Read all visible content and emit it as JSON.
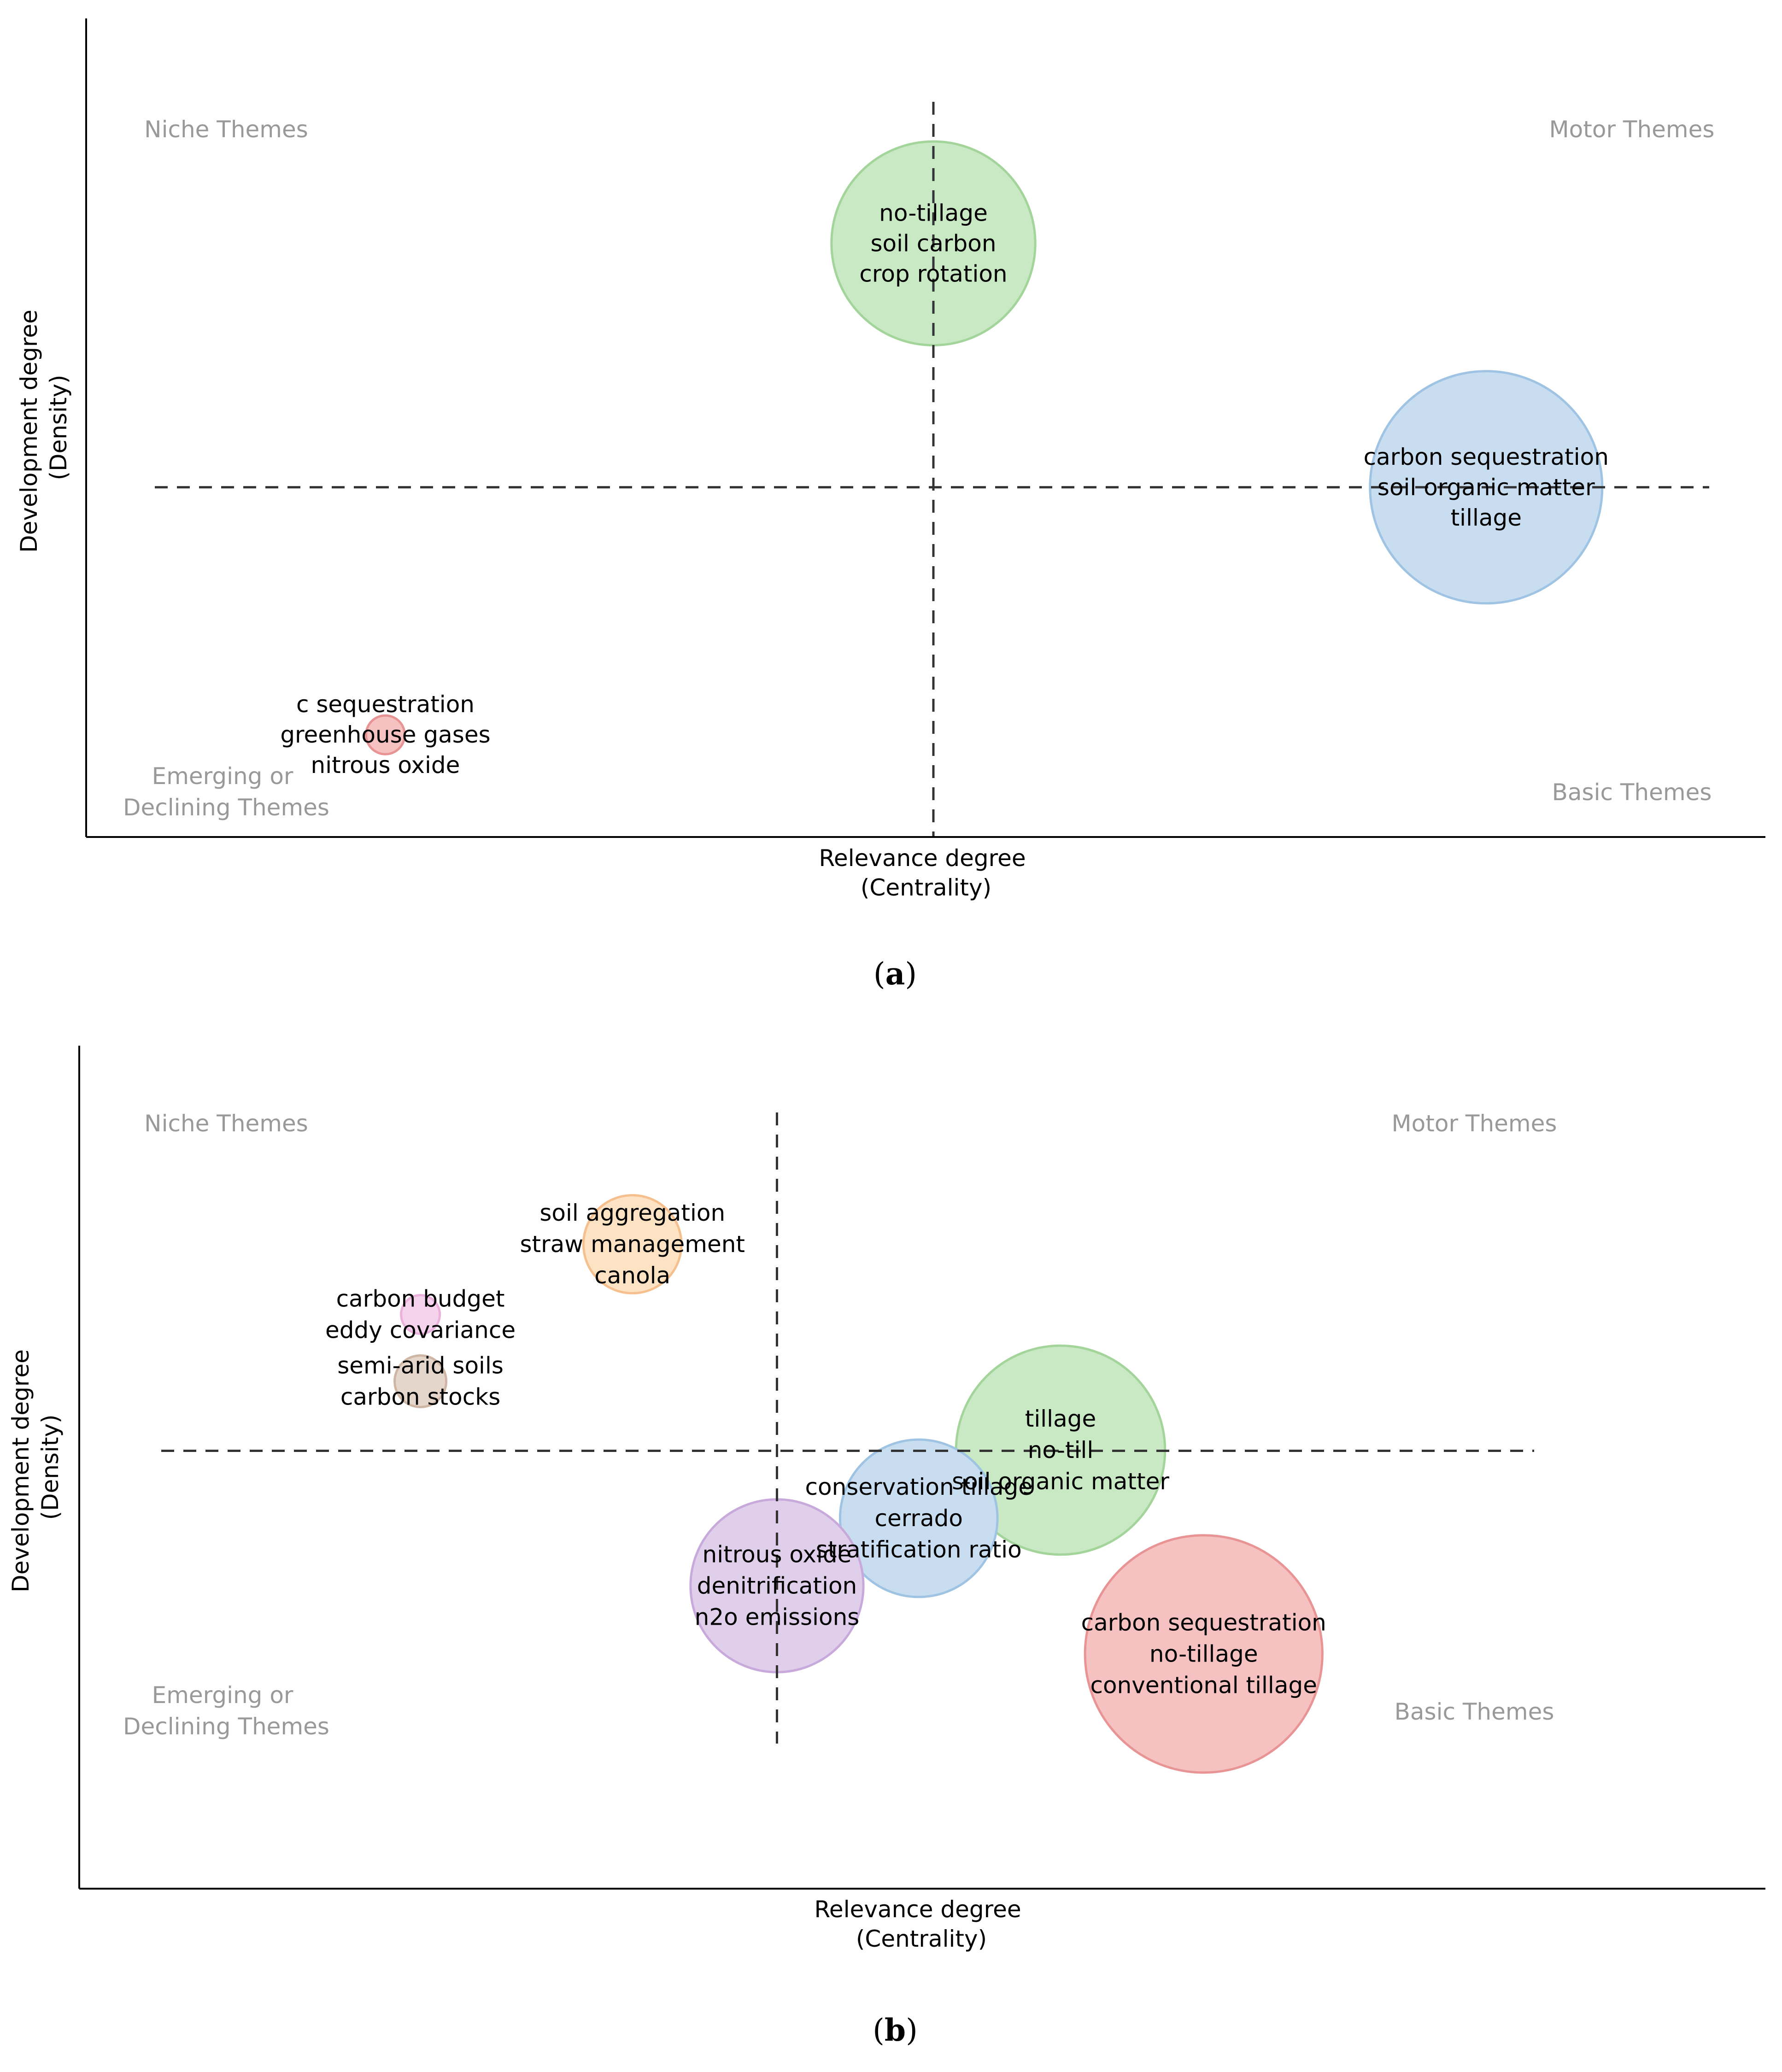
{
  "chart_data": [
    {
      "type": "scatter",
      "subtype": "bubble",
      "panel": "a",
      "caption_open": "(",
      "caption_letter": "a",
      "caption_close": ")",
      "xlabel_line1": "Relevance degree",
      "xlabel_line2": "(Centrality)",
      "ylabel_line1": "Development degree",
      "ylabel_line2": "(Density)",
      "xlim": [
        0,
        100
      ],
      "ylim": [
        0,
        100
      ],
      "grid": false,
      "dividers": {
        "x": 50,
        "y": 45
      },
      "quadrants": {
        "top_left": [
          "Niche Themes"
        ],
        "top_right": [
          "Motor Themes"
        ],
        "bottom_left": [
          "Emerging or",
          "Declining Themes"
        ],
        "bottom_right": [
          "Basic Themes"
        ]
      },
      "themes": [
        {
          "x": 50.0,
          "y": 78.6,
          "size": 79,
          "color": "#c9e8c4",
          "border": "#a3d59b",
          "labels": [
            "no-tillage",
            "soil carbon",
            "crop rotation"
          ]
        },
        {
          "x": 85.0,
          "y": 45.0,
          "size": 90,
          "color": "#c9ddf0",
          "border": "#9fc3e3",
          "labels": [
            "carbon sequestration",
            "soil organic matter",
            "tillage"
          ]
        },
        {
          "x": 15.3,
          "y": 10.9,
          "size": 15,
          "color": "#f5c1c1",
          "border": "#e89494",
          "labels": [
            "c sequestration",
            "greenhouse gases",
            "nitrous oxide"
          ]
        }
      ]
    },
    {
      "type": "scatter",
      "subtype": "bubble",
      "panel": "b",
      "caption_open": "(",
      "caption_letter": "b",
      "caption_close": ")",
      "xlabel_line1": "Relevance degree",
      "xlabel_line2": "(Centrality)",
      "ylabel_line1": "Development degree",
      "ylabel_line2": "(Density)",
      "xlim": [
        0,
        100
      ],
      "ylim": [
        0,
        100
      ],
      "grid": false,
      "dividers": {
        "x": 46,
        "y": 55
      },
      "quadrants": {
        "top_left": [
          "Niche Themes"
        ],
        "top_right": [
          "Motor Themes"
        ],
        "bottom_left": [
          "Emerging or",
          "Declining Themes"
        ],
        "bottom_right": [
          "Basic Themes"
        ]
      },
      "themes": [
        {
          "x": 35.5,
          "y": 84.7,
          "size": 38,
          "color": "#fde2c4",
          "border": "#f5c08e",
          "labels": [
            "soil aggregation",
            "straw management",
            "canola"
          ]
        },
        {
          "x": 20.1,
          "y": 74.6,
          "size": 15,
          "color": "#f6d3ec",
          "border": "#ecb0dc",
          "labels": [
            "carbon budget",
            "eddy covariance"
          ]
        },
        {
          "x": 20.1,
          "y": 65.0,
          "size": 20,
          "color": "#e5d6cc",
          "border": "#cfb5a4",
          "labels": [
            "semi-arid soils",
            "carbon stocks"
          ]
        },
        {
          "x": 66.6,
          "y": 55.1,
          "size": 81,
          "color": "#c9e8c4",
          "border": "#a3d59b",
          "labels": [
            "tillage",
            "no-till",
            "soil organic matter"
          ]
        },
        {
          "x": 56.3,
          "y": 45.3,
          "size": 61,
          "color": "#c9ddf0",
          "border": "#9fc3e3",
          "labels": [
            "conservation tillage",
            "cerrado",
            "stratification ratio"
          ]
        },
        {
          "x": 46.0,
          "y": 35.6,
          "size": 67,
          "color": "#e0cfea",
          "border": "#c8a9dc",
          "labels": [
            "nitrous oxide",
            "denitrification",
            "n2o emissions"
          ]
        },
        {
          "x": 77.0,
          "y": 25.8,
          "size": 92,
          "color": "#f5c1c1",
          "border": "#e89494",
          "labels": [
            "carbon sequestration",
            "no-tillage",
            "conventional tillage"
          ]
        }
      ]
    }
  ]
}
